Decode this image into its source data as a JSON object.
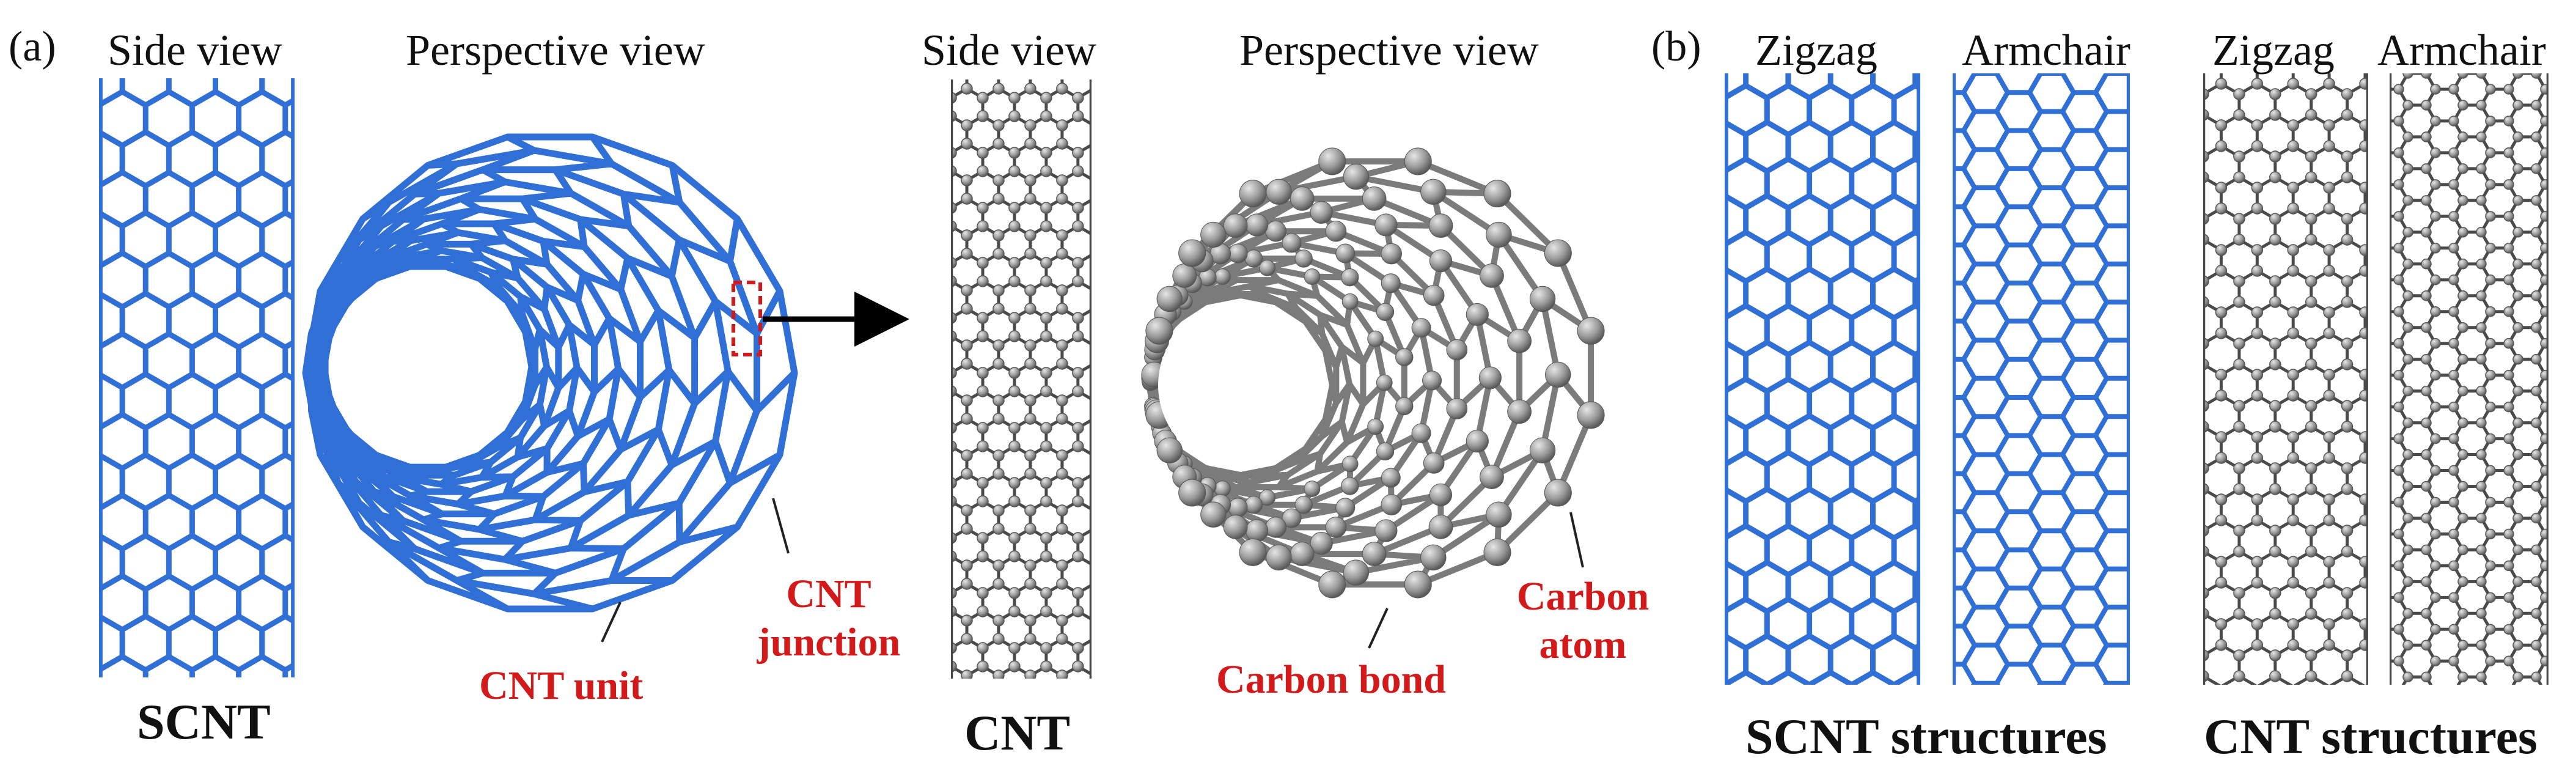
{
  "colors": {
    "blue": "#2f6fd6",
    "blue_dark": "#1a4fb3",
    "gray": "#7b7b7b",
    "gray_dark": "#4a4a4a",
    "red": "#d31a1a",
    "arrow": "#000000"
  },
  "panel_a": {
    "label": "(a)",
    "scnt_side_title": "Side view",
    "scnt_persp_title": "Perspective view",
    "cnt_side_title": "Side view",
    "cnt_persp_title": "Perspective view",
    "scnt_caption": "SCNT",
    "cnt_caption": "CNT",
    "cnt_unit": "CNT unit",
    "cnt_junction": "CNT junction",
    "carbon_bond": "Carbon bond",
    "carbon_atom": "Carbon atom"
  },
  "panel_b": {
    "label": "(b)",
    "scnt_zigzag": "Zigzag",
    "scnt_armchair": "Armchair",
    "cnt_zigzag": "Zigzag",
    "cnt_armchair": "Armchair",
    "scnt_caption": "SCNT structures",
    "cnt_caption": "CNT structures"
  }
}
